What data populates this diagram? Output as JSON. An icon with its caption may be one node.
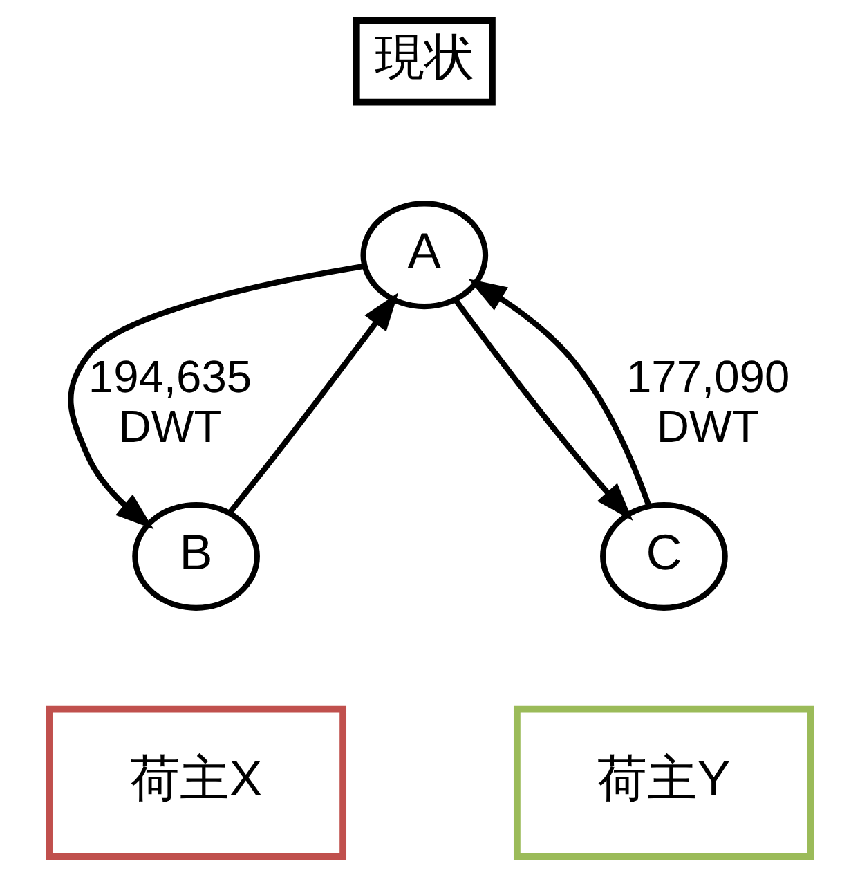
{
  "diagram": {
    "nodes": [
      {
        "text": [
          "現状"
        ]
      },
      {
        "text": [
          "A"
        ]
      },
      {
        "text": [
          "B"
        ]
      },
      {
        "text": [
          "C"
        ]
      },
      {
        "text": [
          "荷主X"
        ]
      },
      {
        "text": [
          "荷主Y"
        ]
      }
    ],
    "edges": [
      {
        "from": 1,
        "to": 2,
        "arrow": "to",
        "label": "194,635 DWT"
      },
      {
        "from": 2,
        "to": 1,
        "arrow": "to"
      },
      {
        "from": 1,
        "to": 3,
        "arrow": "to"
      },
      {
        "from": 3,
        "to": 1,
        "arrow": "to",
        "label": "177,090 DWT"
      }
    ]
  }
}
